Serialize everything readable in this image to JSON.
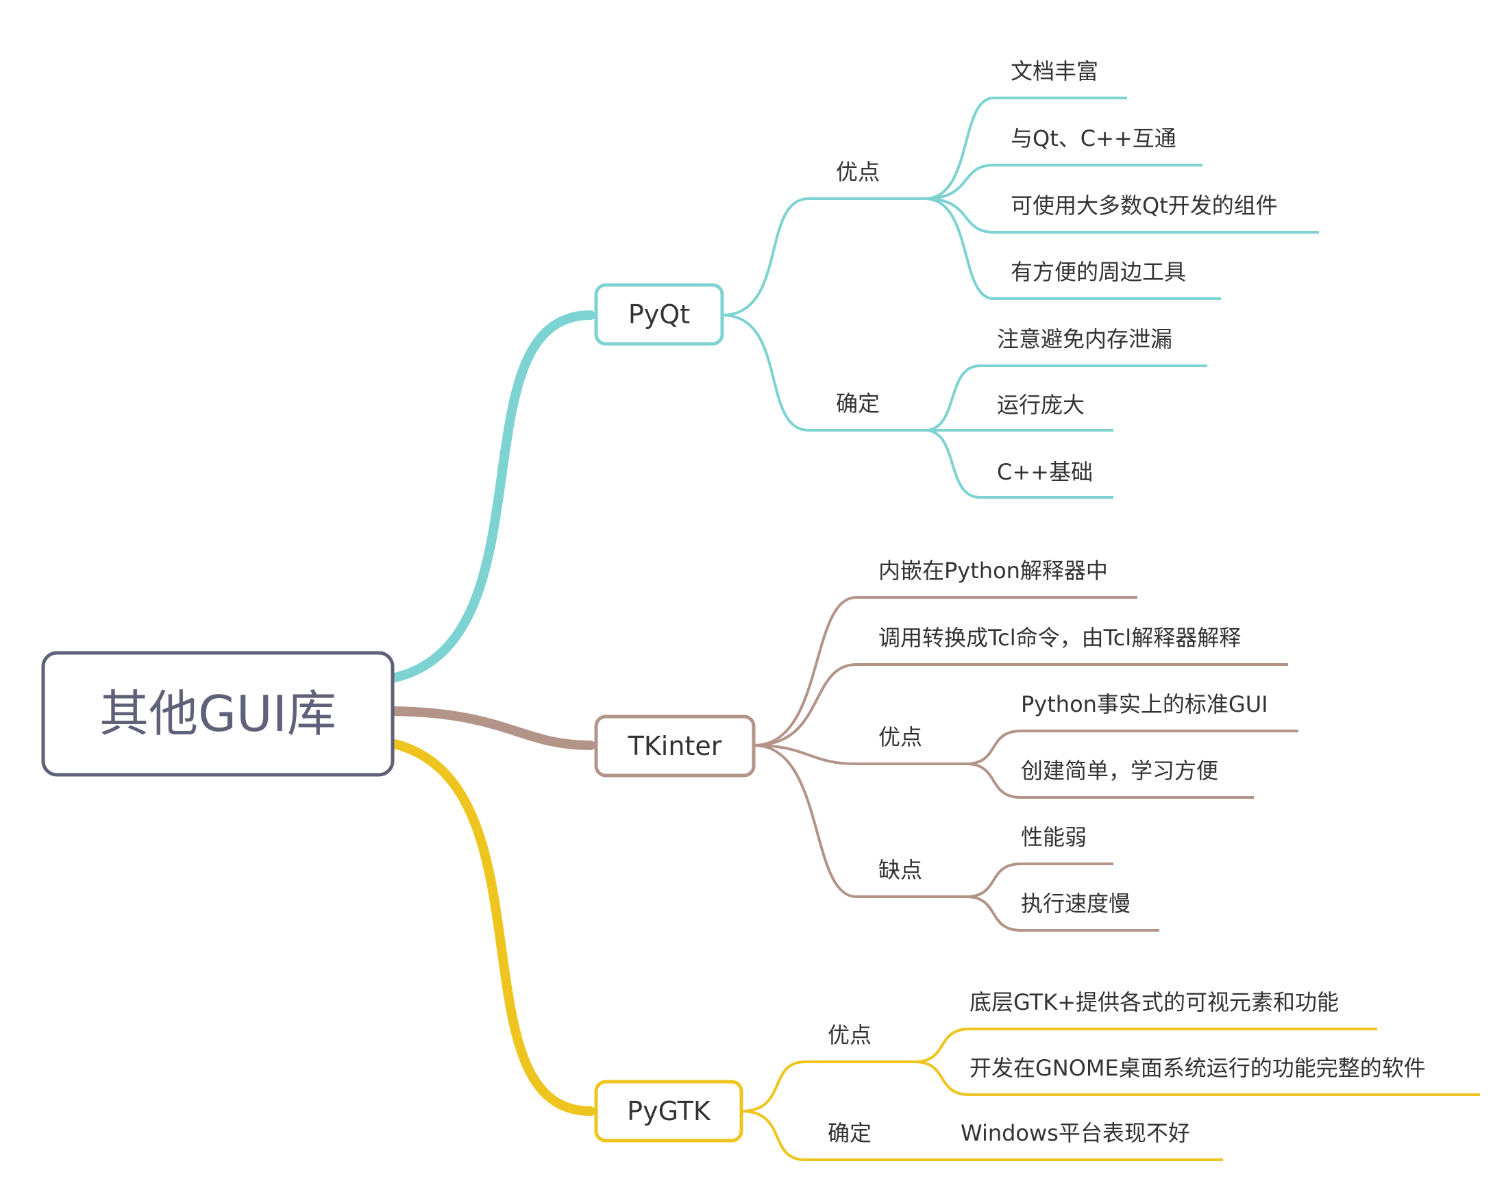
{
  "root": {
    "label": "其他GUI库",
    "color": "#5f6179"
  },
  "branches": [
    {
      "label": "PyQt",
      "color": "#7dd3d2",
      "groups": [
        {
          "label": "优点",
          "items": [
            "文档丰富",
            "与Qt、C++互通",
            "可使用大多数Qt开发的组件",
            "有方便的周边工具"
          ]
        },
        {
          "label": "确定",
          "items": [
            "注意避免内存泄漏",
            "运行庞大",
            "C++基础"
          ]
        }
      ]
    },
    {
      "label": "TKinter",
      "color": "#b29488",
      "leaves": [
        "内嵌在Python解释器中",
        "调用转换成Tcl命令，由Tcl解释器解释"
      ],
      "groups": [
        {
          "label": "优点",
          "items": [
            "Python事实上的标准GUI",
            "创建简单，学习方便"
          ]
        },
        {
          "label": "缺点",
          "items": [
            "性能弱",
            "执行速度慢"
          ]
        }
      ]
    },
    {
      "label": "PyGTK",
      "color": "#eec51e",
      "groups": [
        {
          "label": "优点",
          "items": [
            "底层GTK+提供各式的可视元素和功能",
            "开发在GNOME桌面系统运行的功能完整的软件"
          ]
        },
        {
          "label": "确定",
          "items": [
            "Windows平台表现不好"
          ]
        }
      ]
    }
  ]
}
